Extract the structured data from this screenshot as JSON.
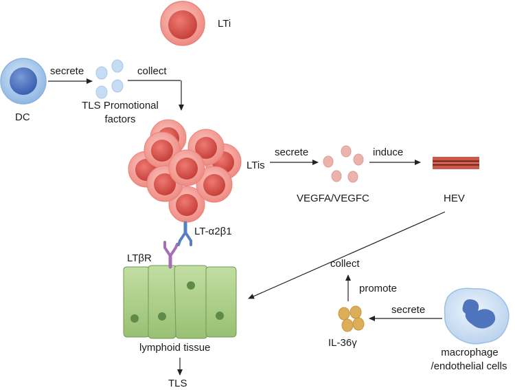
{
  "labels": {
    "dc": "DC",
    "secrete_1": "secrete",
    "tls_factors_line1": "TLS Promotional",
    "tls_factors_line2": "factors",
    "collect_1": "collect",
    "lti": "LTi",
    "ltis": "LTis",
    "secrete_2": "secrete",
    "vegf": "VEGFA/VEGFC",
    "induce": "induce",
    "hev": "HEV",
    "lt_a2b1": "LT-α2β1",
    "ltbr": "LTβR",
    "lymphoid_tissue": "lymphoid tissue",
    "tls": "TLS",
    "collect_2": "collect",
    "promote": "promote",
    "il36": "IL-36γ",
    "secrete_3": "secrete",
    "macrophage_line1": "macrophage",
    "macrophage_line2": "/endothelial cells"
  },
  "colors": {
    "dc_cell": "#9ec3ea",
    "dc_nucleus": "#4a74c4",
    "factor_blue": "#b8d4f0",
    "lti_cell": "#f29c94",
    "lti_nucleus": "#d9504a",
    "vegf_particle": "#e8aaa4",
    "hev_red": "#a83a34",
    "tissue_green": "#a9cc86",
    "tissue_nucleus": "#5e8a4a",
    "receptor_blue": "#5a7fc0",
    "receptor_purple": "#a66fb5",
    "il36_gold": "#dcae5a",
    "macrophage_body": "#cfe1f3",
    "macrophage_nucleus": "#4d74bd",
    "arrow": "#222222"
  }
}
